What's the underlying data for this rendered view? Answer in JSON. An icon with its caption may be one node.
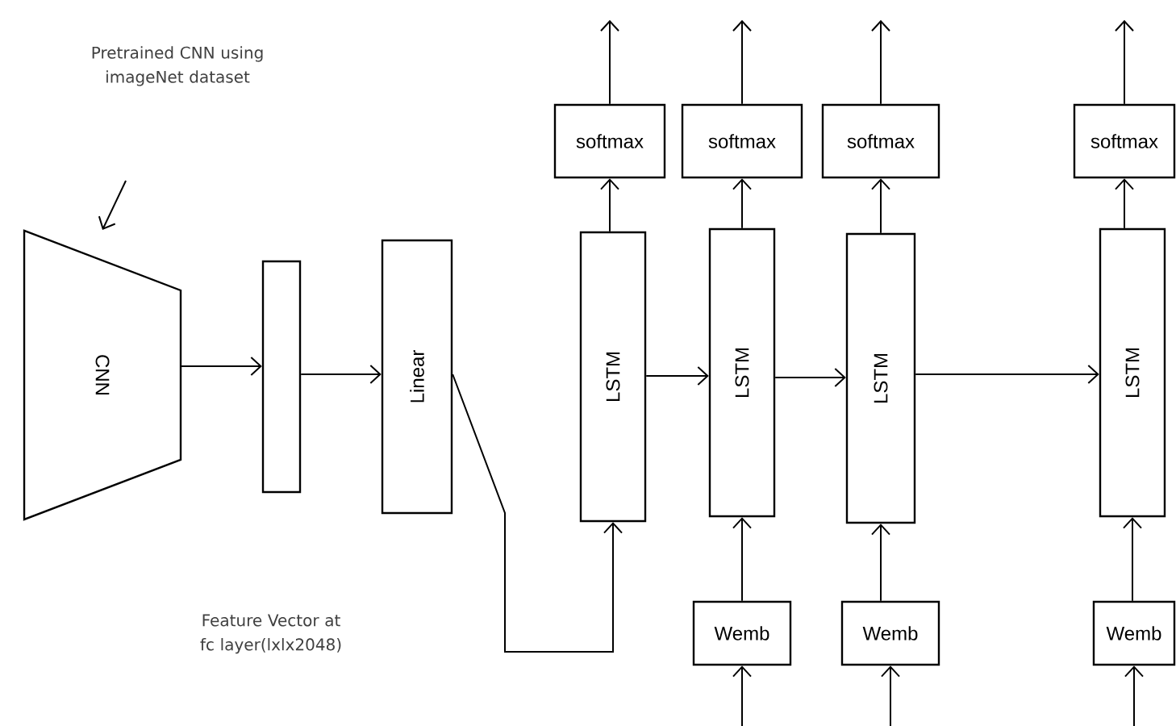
{
  "diagram": {
    "nodes": [
      {
        "text": [
          "CNN"
        ]
      },
      {
        "text": [],
        "shape": "box"
      },
      {
        "text": [
          "Linear"
        ]
      },
      {
        "text": [
          "LSTM"
        ]
      },
      {
        "text": [
          "LSTM"
        ]
      },
      {
        "text": [
          "LSTM"
        ]
      },
      {
        "text": [
          "LSTM"
        ]
      },
      {
        "text": [
          "softmax"
        ]
      },
      {
        "text": [
          "softmax"
        ]
      },
      {
        "text": [
          "softmax"
        ]
      },
      {
        "text": [
          "softmax"
        ]
      },
      {
        "text": [
          "Wemb"
        ]
      },
      {
        "text": [
          "Wemb"
        ]
      },
      {
        "text": [
          "Wemb"
        ]
      },
      {
        "text": [
          "Pretrained CNN using imageNet dataset"
        ]
      }
    ],
    "edges": [
      {
        "from": 14,
        "to": 0,
        "arrow": "to"
      },
      {
        "from": 0,
        "to": 1,
        "arrow": "to"
      },
      {
        "from": 1,
        "to": 2,
        "arrow": "to"
      },
      {
        "from": 2,
        "to": 3,
        "arrow": "to"
      },
      {
        "from": 3,
        "to": 4,
        "arrow": "to"
      },
      {
        "from": 4,
        "to": 5,
        "arrow": "to"
      },
      {
        "from": 5,
        "to": 6,
        "arrow": "to"
      },
      {
        "from": 3,
        "to": 7,
        "arrow": "to"
      },
      {
        "from": 4,
        "to": 8,
        "arrow": "to"
      },
      {
        "from": 5,
        "to": 9,
        "arrow": "to"
      },
      {
        "from": 6,
        "to": 10,
        "arrow": "to"
      },
      {
        "from": 11,
        "to": 4,
        "arrow": "to"
      },
      {
        "from": 12,
        "to": 5,
        "arrow": "to"
      },
      {
        "from": 13,
        "to": 6,
        "arrow": "to"
      },
      {
        "from": 7,
        "to": null,
        "arrow": "to"
      },
      {
        "from": 8,
        "to": null,
        "arrow": "to"
      },
      {
        "from": 9,
        "to": null,
        "arrow": "to"
      },
      {
        "from": 10,
        "to": null,
        "arrow": "to"
      },
      {
        "from": null,
        "to": 11,
        "arrow": "to"
      },
      {
        "from": null,
        "to": 12,
        "arrow": "to"
      },
      {
        "from": null,
        "to": 13,
        "arrow": "to"
      }
    ],
    "labels": [
      "Feature Vector at fc layer(lxlx2048)"
    ]
  }
}
